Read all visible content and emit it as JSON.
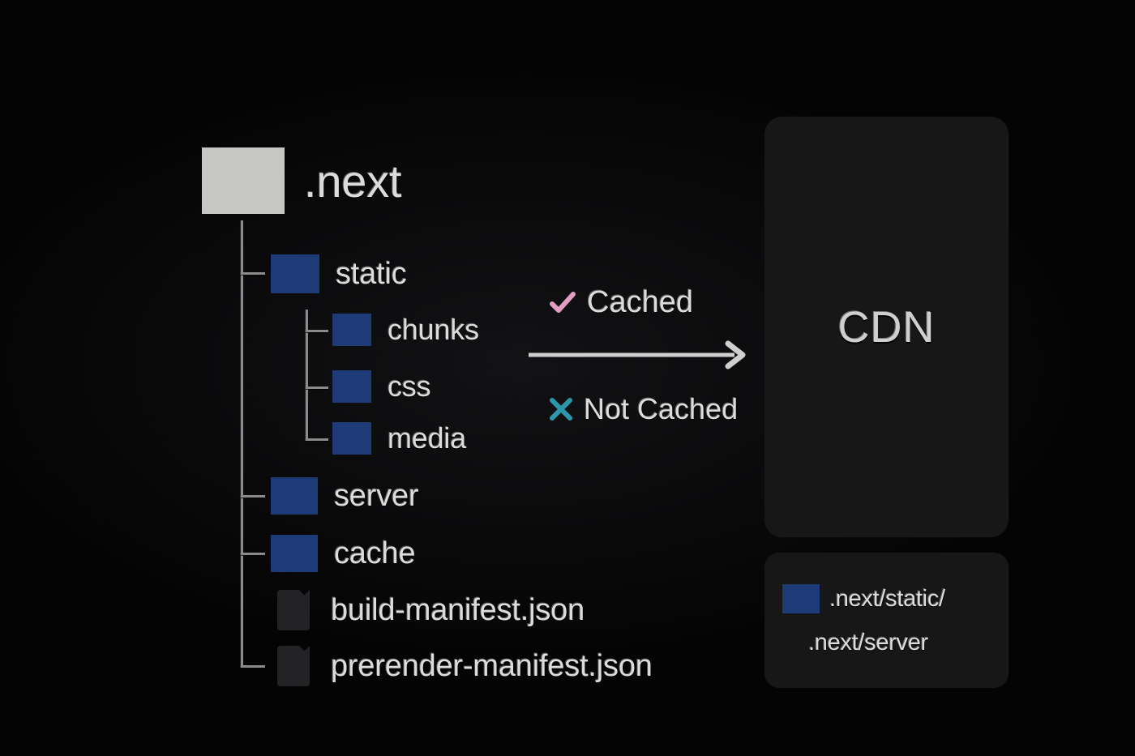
{
  "background_color": "#040404",
  "palette": {
    "folder_root": "#c6c6c4",
    "folder_blue": "#1d3b76",
    "file_icon": "#232325",
    "card_bg": "#171718",
    "text": "#dcdcda",
    "connector": "#8b8b8b",
    "cached_check": "#e29ec2",
    "not_cached_x": "#2c97ab"
  },
  "tree": {
    "root": {
      "label": ".next",
      "icon": "folder-icon",
      "icon_variant": "root"
    },
    "children": [
      {
        "label": "static",
        "icon": "folder-icon",
        "icon_variant": "blue",
        "depth": 1
      },
      {
        "label": "chunks",
        "icon": "folder-icon",
        "icon_variant": "blue",
        "depth": 2
      },
      {
        "label": "css",
        "icon": "folder-icon",
        "icon_variant": "blue",
        "depth": 2
      },
      {
        "label": "media",
        "icon": "folder-icon",
        "icon_variant": "blue",
        "depth": 2
      },
      {
        "label": "server",
        "icon": "folder-icon",
        "icon_variant": "blue",
        "depth": 1
      },
      {
        "label": "cache",
        "icon": "folder-icon",
        "icon_variant": "blue",
        "depth": 1
      },
      {
        "label": "build-manifest.json",
        "icon": "file-icon",
        "icon_variant": "file",
        "depth": 1
      },
      {
        "label": "prerender-manifest.json",
        "icon": "file-icon",
        "icon_variant": "file",
        "depth": 1
      }
    ]
  },
  "legend": {
    "cached": {
      "label": "Cached",
      "icon": "check-icon",
      "color": "#e29ec2"
    },
    "not_cached": {
      "label": "Not Cached",
      "icon": "x-icon",
      "color": "#2c97ab"
    },
    "arrow": {
      "icon": "arrow-right-icon",
      "color": "#cfcfcd"
    }
  },
  "cdn_card": {
    "label": "CDN"
  },
  "paths_card": {
    "icon": "folder-icon",
    "lines": [
      ".next/static/",
      ".next/server"
    ]
  }
}
